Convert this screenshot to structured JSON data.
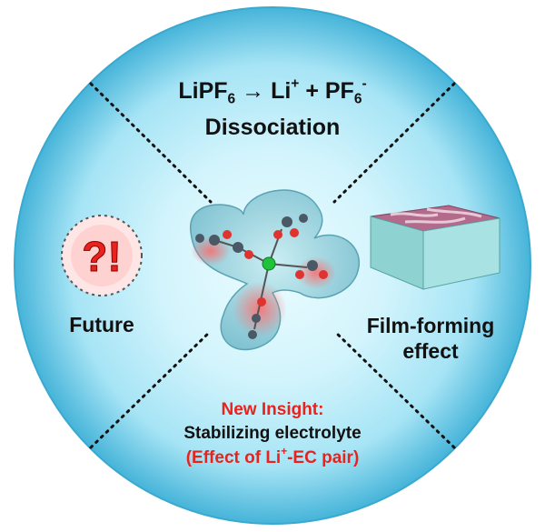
{
  "quadrants": {
    "top": {
      "equation": {
        "a": "LiPF",
        "a_sub": "6",
        "arrow": "→",
        "b": "Li",
        "b_sup": "+",
        "plus": "+",
        "c": "PF",
        "c_sub": "6",
        "c_sup": "-"
      },
      "label": "Dissociation"
    },
    "left": {
      "icon_text": "?!",
      "label": "Future"
    },
    "right": {
      "label_line1": "Film-forming",
      "label_line2": "effect"
    },
    "bottom": {
      "insight": "New Insight:",
      "label": "Stabilizing electrolyte",
      "pair": {
        "a": "(Effect of Li",
        "sup": "+",
        "b": "-EC pair)"
      }
    }
  },
  "colors": {
    "disc_center": "#eafcff",
    "disc_mid": "#a6e4f5",
    "disc_edge": "#46b4d9",
    "accent_red": "#e8231d"
  }
}
